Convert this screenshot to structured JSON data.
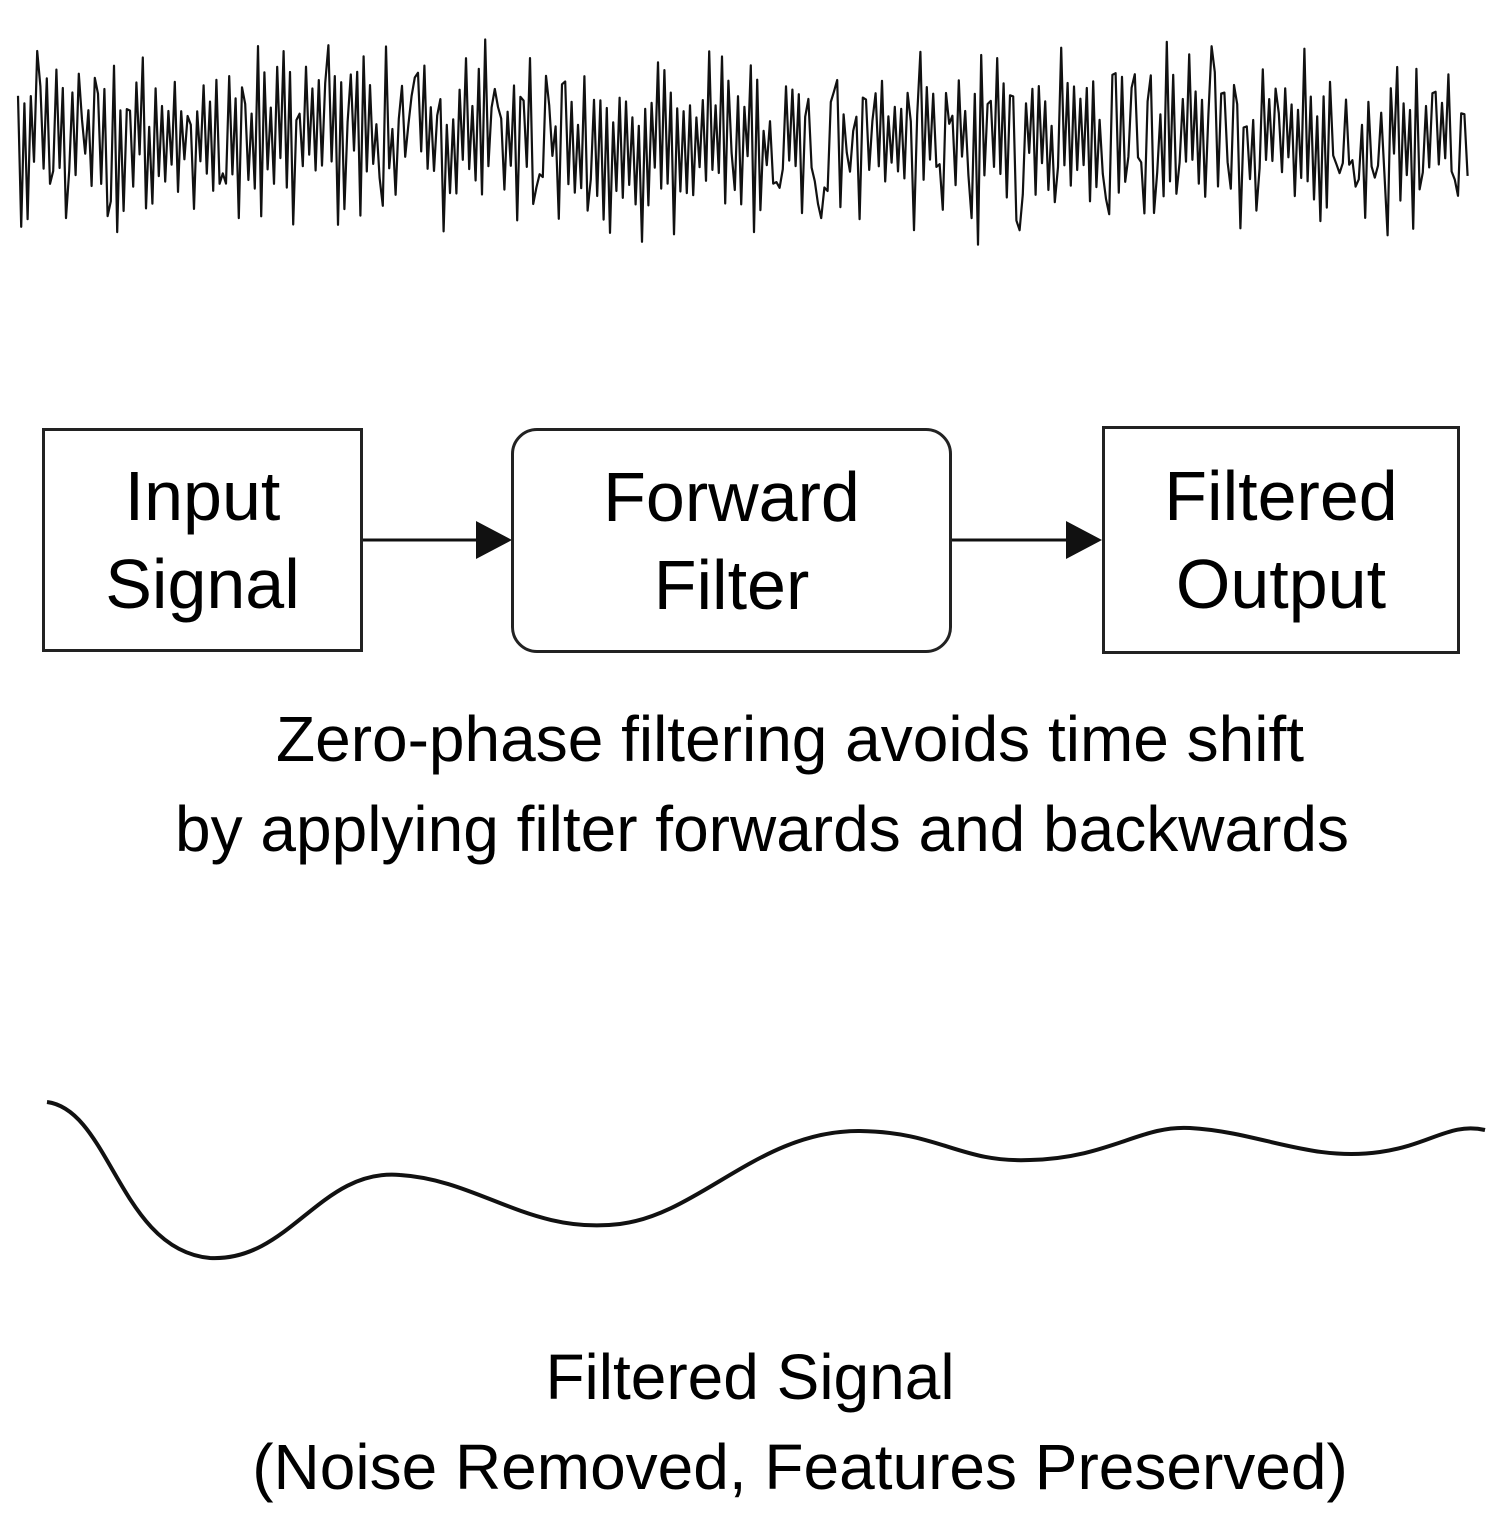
{
  "diagram": {
    "blocks": [
      {
        "line1": "Input",
        "line2": "Signal"
      },
      {
        "line1": "Forward",
        "line2": "Filter"
      },
      {
        "line1": "Filtered",
        "line2": "Output"
      }
    ],
    "caption_middle": {
      "line1": "Zero-phase filtering avoids time shift",
      "line2": "by applying filter forwards and backwards"
    },
    "caption_bottom": {
      "line1": "Filtered Signal",
      "line2": "(Noise Removed, Features Preserved)"
    },
    "colors": {
      "stroke": "#222222",
      "text": "#000000",
      "background": "#ffffff"
    }
  }
}
